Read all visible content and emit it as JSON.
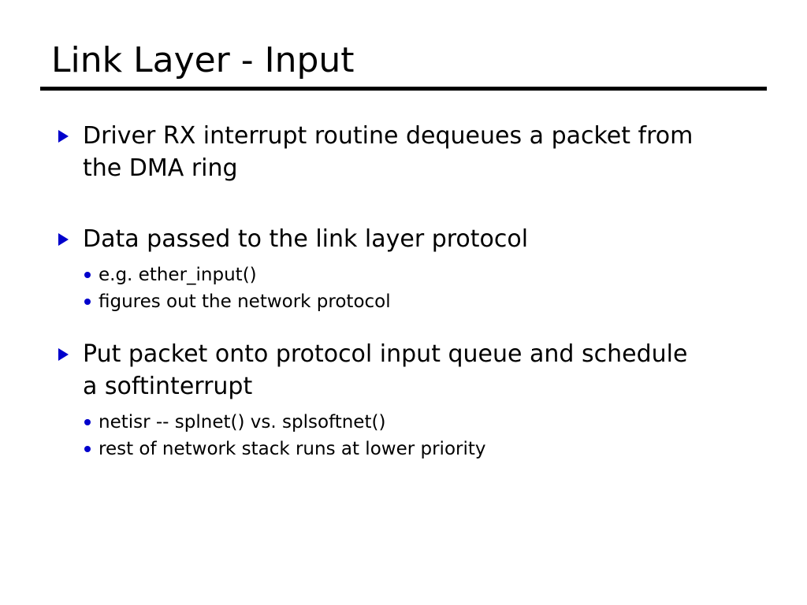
{
  "slide": {
    "title": "Link Layer - Input",
    "background_color": "#ffffff",
    "text_color": "#000000",
    "bullet_color": "#0000cc",
    "rule_color": "#000000"
  },
  "content": {
    "blocks": [
      {
        "level1": "Driver RX interrupt routine dequeues a packet from the DMA ring",
        "level2": []
      },
      {
        "level1": "Data passed to the link layer protocol",
        "level2": [
          "e.g. ether_input()",
          "figures out the network protocol"
        ]
      },
      {
        "level1": "Put packet onto protocol input queue and schedule a softinterrupt",
        "level2": [
          "netisr -- splnet() vs. splsoftnet()",
          "rest of network stack runs at lower priority"
        ]
      }
    ]
  }
}
